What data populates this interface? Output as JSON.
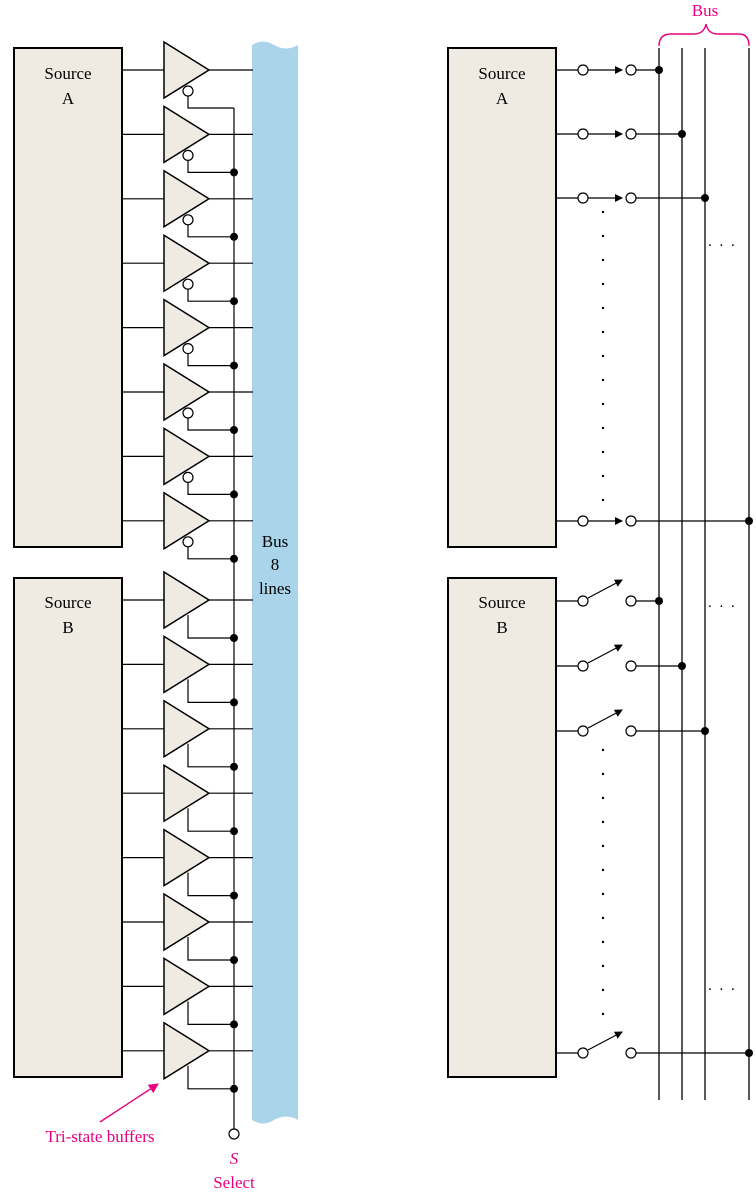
{
  "labels": {
    "source_a_left": [
      "Source",
      "A"
    ],
    "source_b_left": [
      "Source",
      "B"
    ],
    "source_a_right": [
      "Source",
      "A"
    ],
    "source_b_right": [
      "Source",
      "B"
    ],
    "bus_band": [
      "Bus",
      "8",
      "lines"
    ],
    "bus_top": "Bus",
    "tristate_caption": "Tri-state buffers",
    "select_symbol": "S",
    "select_label": "Select",
    "ellipsis": ". . ."
  },
  "colors": {
    "block_fill": "#efebe3",
    "outline": "#000000",
    "bus_band": "#a9d4ea",
    "annotation": "#e6007e"
  },
  "structure": {
    "bus_lines": 8,
    "buffers_per_source": 8,
    "sources": [
      "A",
      "B"
    ],
    "source_a_buffer_state": "inverted-enable",
    "source_b_buffer_state": "non-inverted-enable",
    "source_a_switch_state": "closed",
    "source_b_switch_state": "open",
    "right_bus_lines_drawn": 4
  },
  "icons": {
    "buffer": "tri-state-buffer-icon",
    "switch_closed": "closed-switch-icon",
    "switch_open": "open-switch-icon",
    "junction": "junction-dot-icon",
    "bubble": "inversion-bubble-icon"
  }
}
